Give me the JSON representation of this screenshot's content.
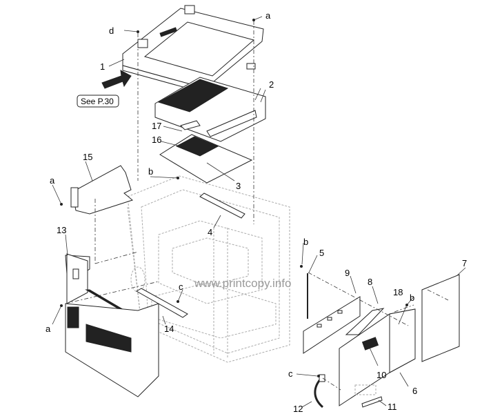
{
  "diagram": {
    "reference": "See P.30",
    "watermark": "www.printcopy.info",
    "callouts": [
      "1",
      "2",
      "3",
      "4",
      "5",
      "6",
      "7",
      "8",
      "9",
      "10",
      "11",
      "12",
      "13",
      "14",
      "15",
      "16",
      "17",
      "18"
    ],
    "screw_labels": {
      "a_top": "a",
      "a_left": "a",
      "a_lower": "a",
      "b_frame": "b",
      "b_right": "b",
      "b_door": "b",
      "c_mid": "c",
      "c_handle": "c",
      "d_top": "d"
    }
  }
}
